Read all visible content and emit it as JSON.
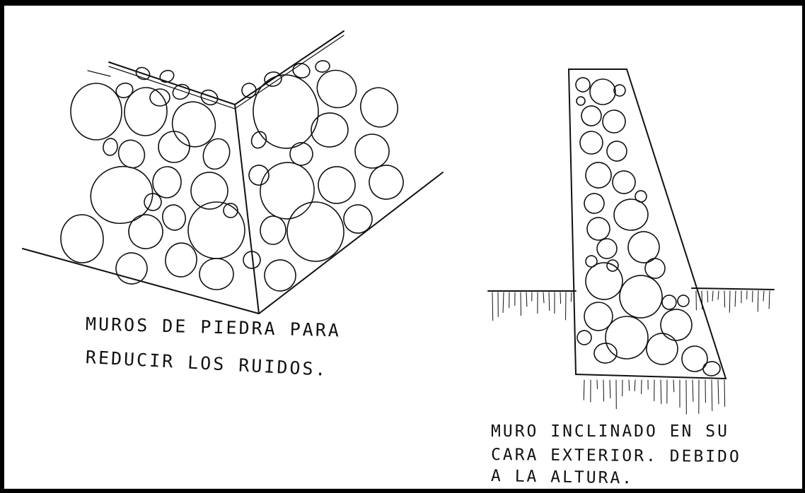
{
  "captions": {
    "corner_wall_line1": "MUROS DE PIEDRA PARA",
    "corner_wall_line2": "REDUCIR LOS RUIDOS.",
    "inclined_wall_line1": "MURO INCLINADO EN SU",
    "inclined_wall_line2": "CARA EXTERIOR. DEBIDO",
    "inclined_wall_line3": "A LA ALTURA."
  },
  "colors": {
    "ink": "#111111",
    "frame": "#000000",
    "paper": "#ffffff"
  }
}
